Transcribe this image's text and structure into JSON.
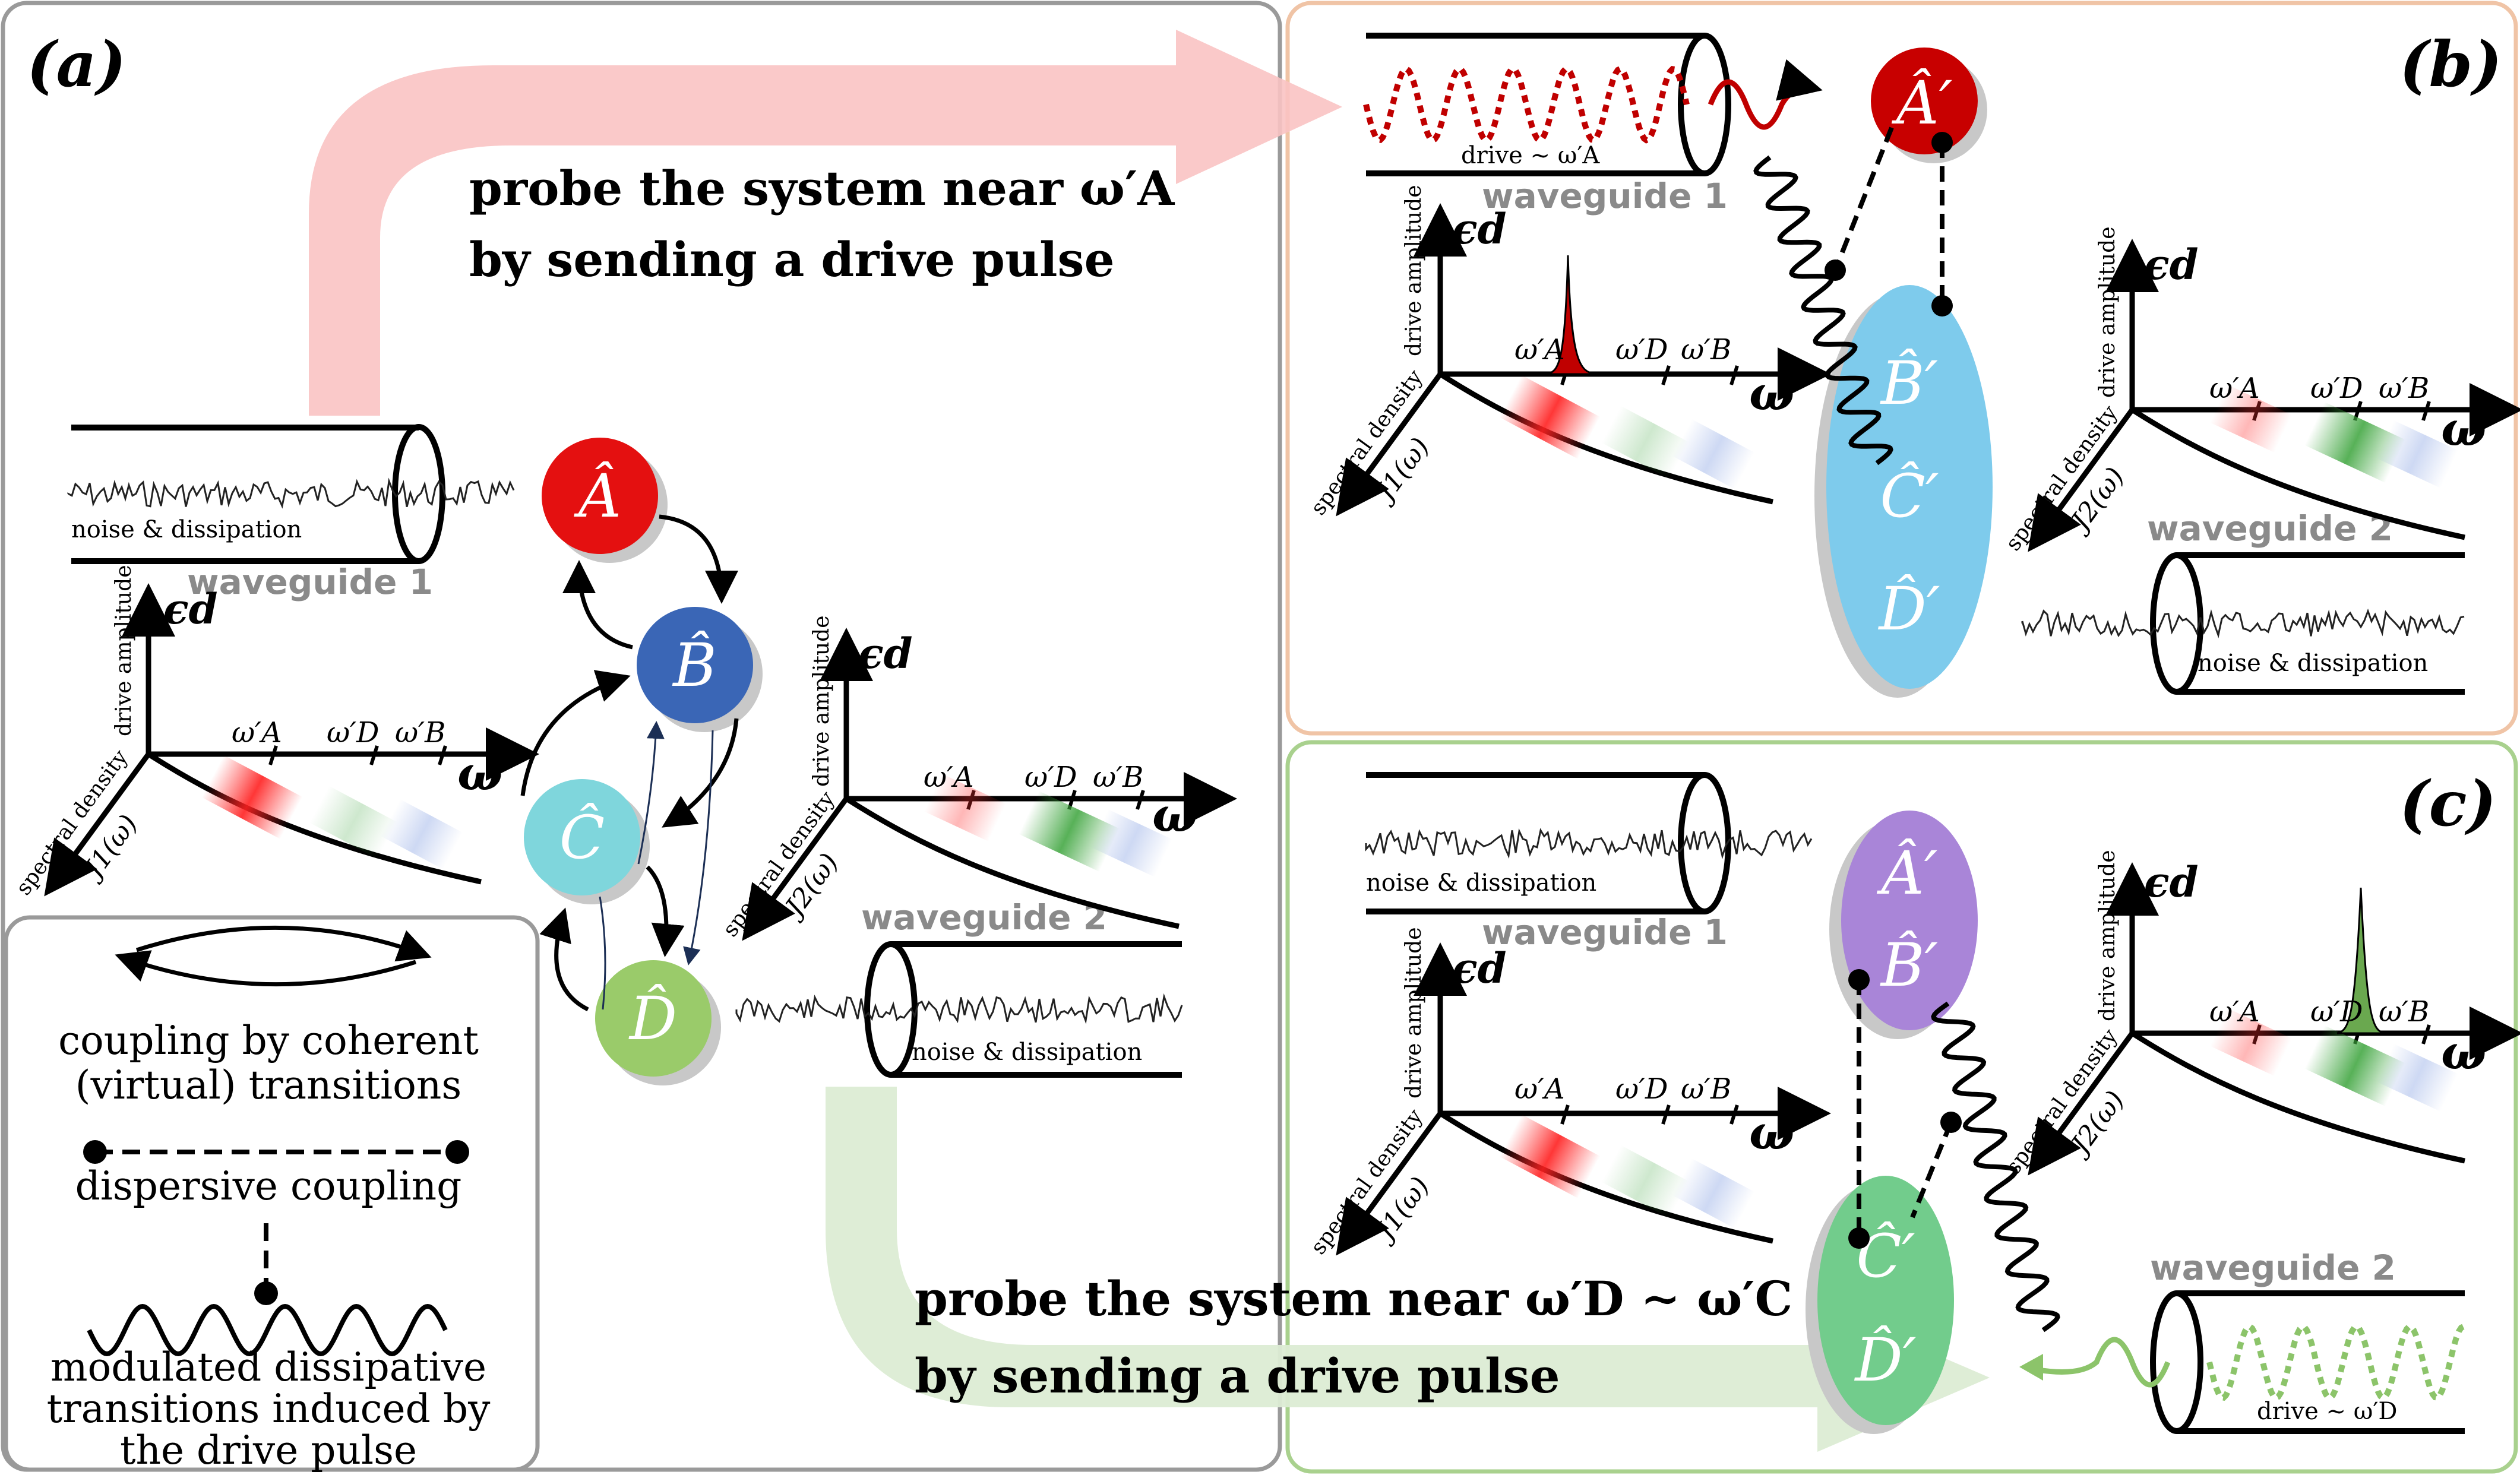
{
  "panels": {
    "a": {
      "label": "(a)"
    },
    "b": {
      "label": "(b)"
    },
    "c": {
      "label": "(c)"
    }
  },
  "colors": {
    "panel_a_border": "#9a9a9a",
    "panel_b_border": "#f0c4a6",
    "panel_c_border": "#a9d18e",
    "mode_A": "#d40000",
    "mode_B": "#3a66b6",
    "mode_C": "#7fd6dc",
    "mode_D": "#9acb6a",
    "ellipse_BCD": "#7ecbec",
    "ellipse_AB": "#a985d8",
    "ellipse_CD": "#72cc8c",
    "arrow_red": "#f9c3c3",
    "arrow_green": "#dcecd4",
    "waveguide_label": "#8a8a8a"
  },
  "modes": {
    "A": "Â",
    "B": "B̂",
    "C": "Ĉ",
    "D": "D̂",
    "A_prime": "Â′",
    "B_prime": "B̂′",
    "C_prime": "Ĉ′",
    "D_prime": "D̂′"
  },
  "waveguides": {
    "wg1": "waveguide 1",
    "wg2": "waveguide 2",
    "noise": "noise & dissipation",
    "drive_A": "drive ∼ ω′A",
    "drive_D": "drive ∼ ω′D"
  },
  "axes": {
    "epsilon": "ϵd",
    "drive_amplitude": "drive amplitude",
    "spectral_density": "spectral density",
    "J1": "J1(ω)",
    "J2": "J2(ω)",
    "omega": "ω",
    "wA": "ω′A",
    "wD": "ω′D",
    "wB": "ω′B"
  },
  "arrows": {
    "probe_a_line1": "probe the system near ω′A",
    "probe_a_line2": "by sending a drive pulse",
    "probe_d_line1": "probe the system near ω′D ∼ ω′C",
    "probe_d_line2": "by sending a drive pulse"
  },
  "legend": {
    "coherent_line1": "coupling by coherent",
    "coherent_line2": "(virtual) transitions",
    "dispersive": "dispersive coupling",
    "modulated_line1": "modulated dissipative",
    "modulated_line2": "transitions induced by",
    "modulated_line3": "the drive pulse"
  }
}
